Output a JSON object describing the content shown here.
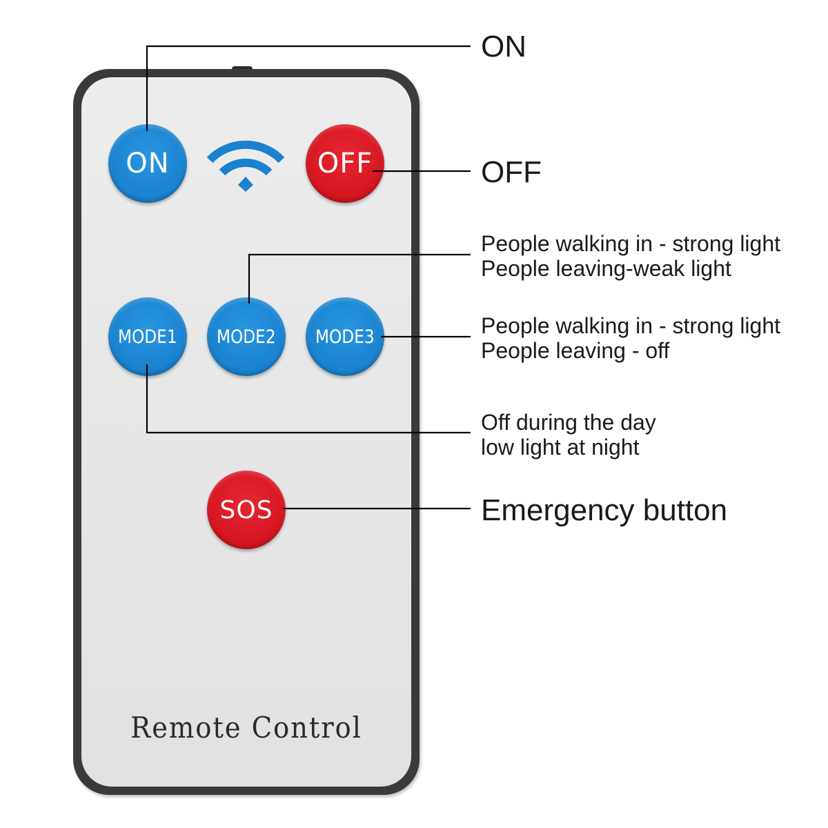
{
  "remote": {
    "brand_text": "Remote Control",
    "buttons": {
      "on": "ON",
      "off": "OFF",
      "mode1": "MODE1",
      "mode2": "MODE2",
      "mode3": "MODE3",
      "sos": "SOS"
    },
    "signal_icon": "wifi-icon"
  },
  "callouts": {
    "on": "ON",
    "off": "OFF",
    "mode2": [
      "People walking in - strong light",
      "People leaving-weak light"
    ],
    "mode3": [
      "People walking in - strong light",
      "People leaving - off"
    ],
    "mode1": [
      "Off during the day",
      "low light at night"
    ],
    "sos": "Emergency button"
  },
  "colors": {
    "blue_button": "#1a82cf",
    "red_button": "#d51620",
    "remote_border": "#3a3a3c",
    "remote_face": "#e8e8e8"
  }
}
